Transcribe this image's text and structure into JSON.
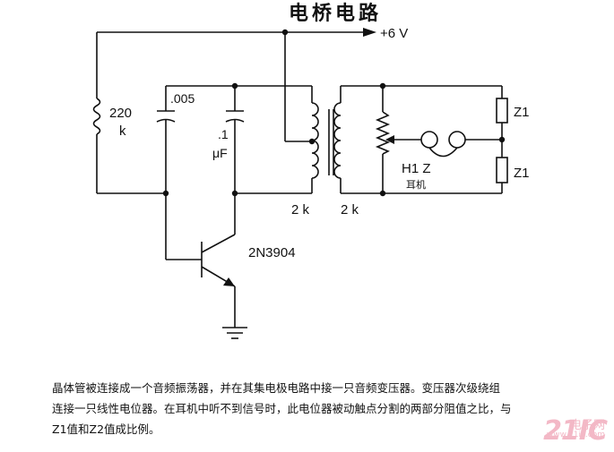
{
  "title": "电桥电路",
  "supply_label": "+6 V",
  "components": {
    "r1_value": "220",
    "r1_unit": "k",
    "c1_value": ".005",
    "c2_value": ".1",
    "c2_unit": "μF",
    "transistor": "2N3904",
    "t_primary": "2 k",
    "t_secondary": "2 k",
    "z1_top": "Z1",
    "z1_bottom": "Z1",
    "headphone_label": "H1 Z",
    "headphone_sub": "耳机"
  },
  "caption": {
    "line1": "晶体管被连接成一个音频振荡器，并在其集电极电路中接一只音频变压器。变压器次级绕组",
    "line2": "连接一只线性电位器。在耳机中听不到信号时，此电位器被动触点分割的两部分阻值之比，与",
    "line3": "Z1值和Z2值成比例。"
  },
  "watermark": {
    "number": "21IC",
    "text": "电子网",
    "url": "www.21ic.com"
  }
}
